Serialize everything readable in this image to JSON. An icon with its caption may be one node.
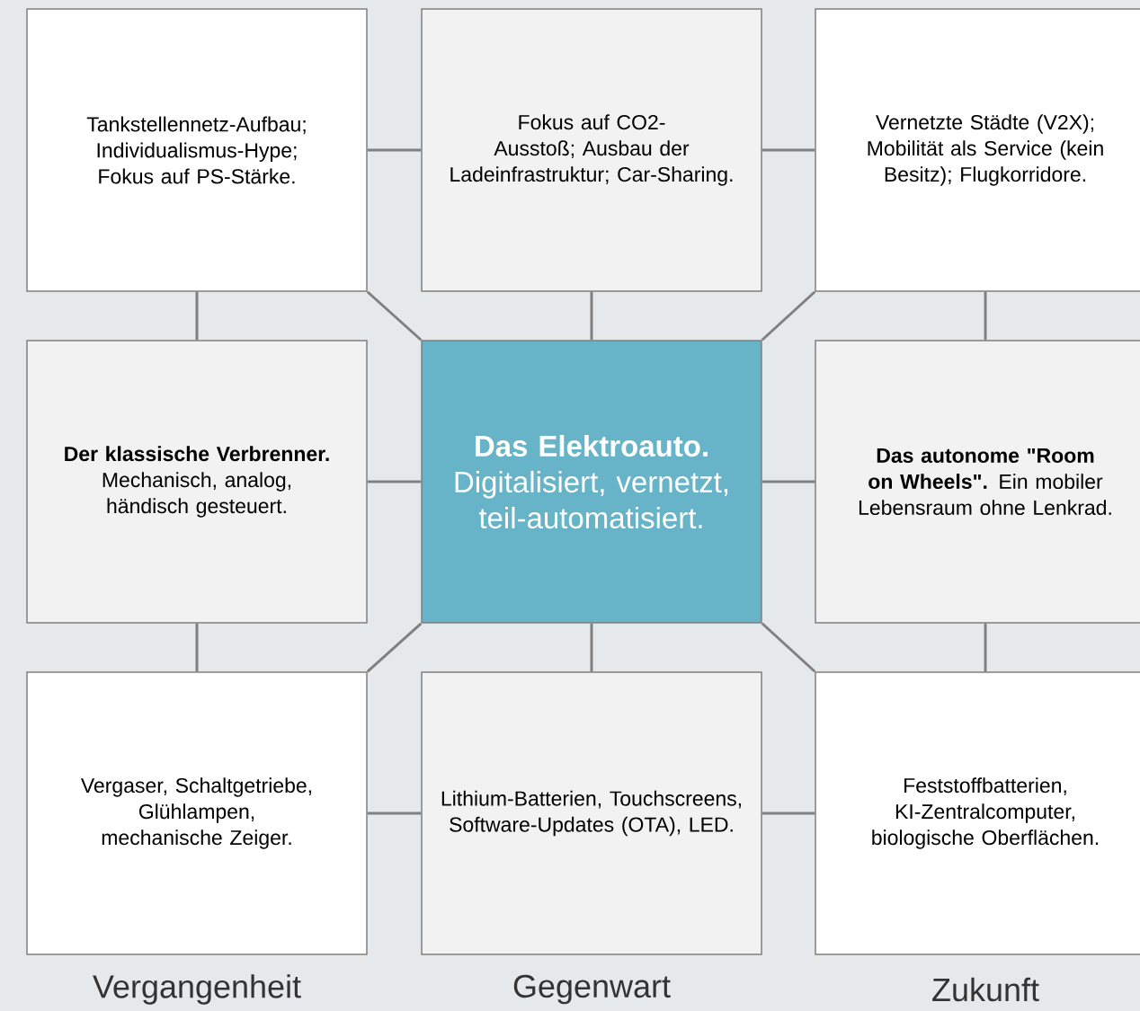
{
  "diagram": {
    "nodes": [
      {
        "text": [
          "Tankstellennetz-Aufbau; Individualismus-Hype; Fokus auf PS-Stärke."
        ]
      },
      {
        "text": [
          "Fokus auf CO2-Ausstoß; Ausbau der Ladeinfrastruktur; Car-Sharing."
        ]
      },
      {
        "text": [
          "Vernetzte Städte (V2X); Mobilität als Service (kein Besitz); Flugkorridore."
        ]
      },
      {
        "text": [
          "**Der klassische Verbrenner.** Mechanisch, analog, händisch gesteuert."
        ]
      },
      {
        "text": [
          "**Das Elektroauto.** Digitalisiert, vernetzt, teil-automatisiert."
        ]
      },
      {
        "text": [
          "**Das autonome \"Room on Wheels\".** Ein mobiler Lebensraum ohne Lenkrad."
        ]
      },
      {
        "text": [
          "Vergaser, Schaltgetriebe, Glühlampen, mechanische Zeiger."
        ]
      },
      {
        "text": [
          "Lithium-Batterien, Touchscreens, Software-Updates (OTA), LED."
        ]
      },
      {
        "text": [
          "Feststoffbatterien, KI-Zentralcomputer, biologische Oberflächen."
        ]
      }
    ],
    "edges": [
      {
        "from": 0,
        "to": 1,
        "arrow": "none"
      },
      {
        "from": 1,
        "to": 2,
        "arrow": "none"
      },
      {
        "from": 0,
        "to": 3,
        "arrow": "none"
      },
      {
        "from": 1,
        "to": 4,
        "arrow": "none"
      },
      {
        "from": 2,
        "to": 5,
        "arrow": "none"
      },
      {
        "from": 3,
        "to": 4,
        "arrow": "none"
      },
      {
        "from": 4,
        "to": 5,
        "arrow": "none"
      },
      {
        "from": 3,
        "to": 6,
        "arrow": "none"
      },
      {
        "from": 4,
        "to": 7,
        "arrow": "none"
      },
      {
        "from": 5,
        "to": 8,
        "arrow": "none"
      },
      {
        "from": 6,
        "to": 7,
        "arrow": "none"
      },
      {
        "from": 7,
        "to": 8,
        "arrow": "none"
      },
      {
        "from": 4,
        "to": 0,
        "arrow": "none"
      },
      {
        "from": 4,
        "to": 2,
        "arrow": "none"
      },
      {
        "from": 4,
        "to": 6,
        "arrow": "none"
      },
      {
        "from": 4,
        "to": 8,
        "arrow": "none"
      }
    ],
    "labels": [
      "Vergangenheit",
      "Gegenwart",
      "Zukunft"
    ]
  }
}
